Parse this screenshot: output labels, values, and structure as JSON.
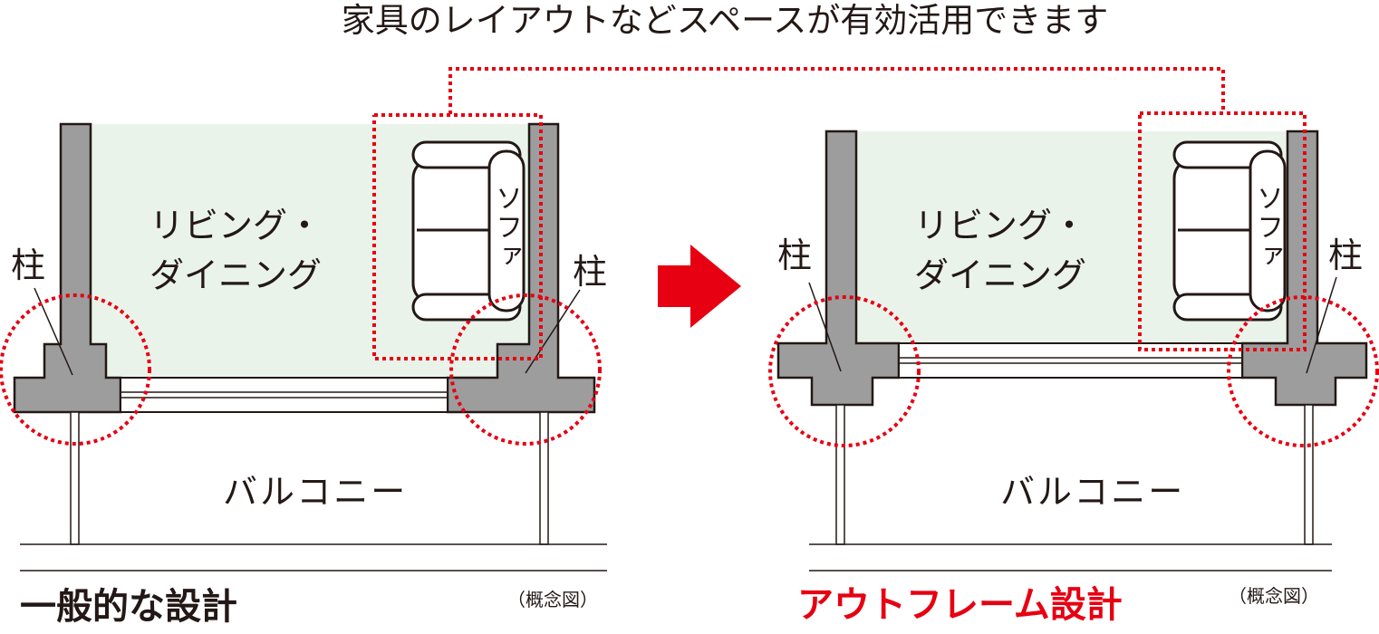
{
  "caption": "家具のレイアウトなどスペースが有効活用できます",
  "left": {
    "room_line1": "リビング・",
    "room_line2": "ダイニング",
    "sofa": "ソファ",
    "pillar_left": "柱",
    "pillar_right": "柱",
    "balcony": "バルコニー",
    "concept": "（概念図）",
    "title": "一般的な設計"
  },
  "right": {
    "room_line1": "リビング・",
    "room_line2": "ダイニング",
    "sofa": "ソファ",
    "pillar_left": "柱",
    "pillar_right": "柱",
    "balcony": "バルコニー",
    "concept": "（概念図）",
    "title": "アウトフレーム設計"
  },
  "colors": {
    "room_fill": "#e9f3ea",
    "wall_fill": "#9d9d9d",
    "outline": "#231815",
    "highlight_red": "#e60012",
    "arrow_red": "#e60012"
  },
  "icons": [
    "sofa-icon",
    "arrow-right-icon"
  ]
}
